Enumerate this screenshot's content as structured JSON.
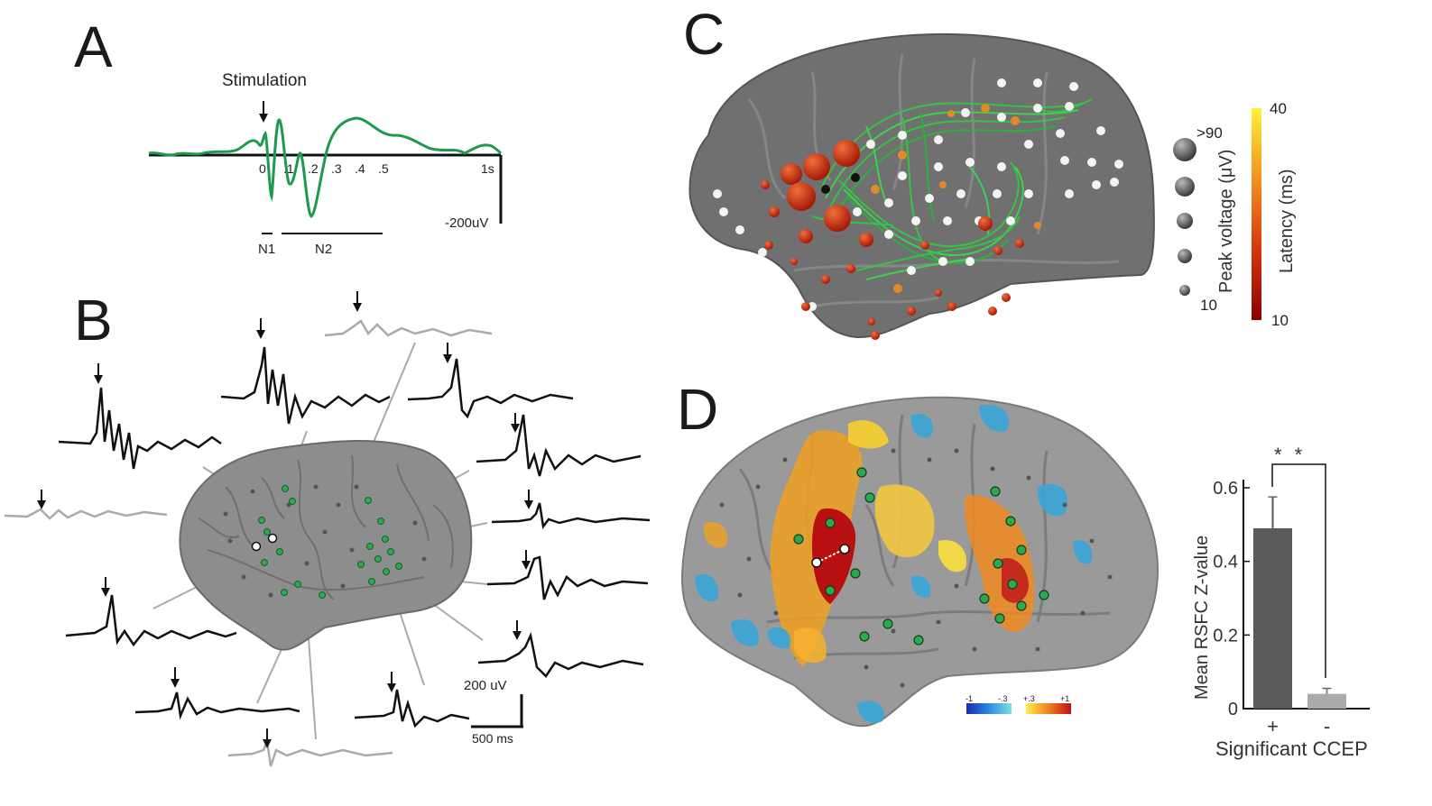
{
  "panels": {
    "a": {
      "label": "A",
      "stimulation": "Stimulation",
      "ticks": [
        "0",
        ".1",
        ".2",
        ".3",
        ".4",
        ".5",
        "1s"
      ],
      "scale": "-200uV",
      "n1": "N1",
      "n2": "N2",
      "trace_color": "#1e9a4e"
    },
    "b": {
      "label": "B",
      "scale_v": "200 uV",
      "scale_t": "500 ms"
    },
    "c": {
      "label": "C",
      "size_top": ">90",
      "size_bottom": "10",
      "size_title": "Peak voltage (μV)",
      "lat_top": "40",
      "lat_bottom": "10",
      "lat_title": "Latency (ms)",
      "tract_color": "#2ecc40"
    },
    "d": {
      "label": "D",
      "cb_neg_min": "-1",
      "cb_neg_max": "-.3",
      "cb_pos_min": "+.3",
      "cb_pos_max": "+1"
    }
  },
  "chart_data": {
    "type": "bar",
    "categories": [
      "+",
      "-"
    ],
    "values": [
      0.49,
      0.04
    ],
    "errors": [
      0.085,
      0.015
    ],
    "colors": [
      "#5a5a5a",
      "#aaaaaa"
    ],
    "ylabel": "Mean RSFC Z-value",
    "xlabel": "Significant CCEP",
    "yticks": [
      "0",
      "0.2",
      "0.4",
      "0.6"
    ],
    "ylim": [
      0,
      0.6
    ],
    "significance": "* *"
  }
}
